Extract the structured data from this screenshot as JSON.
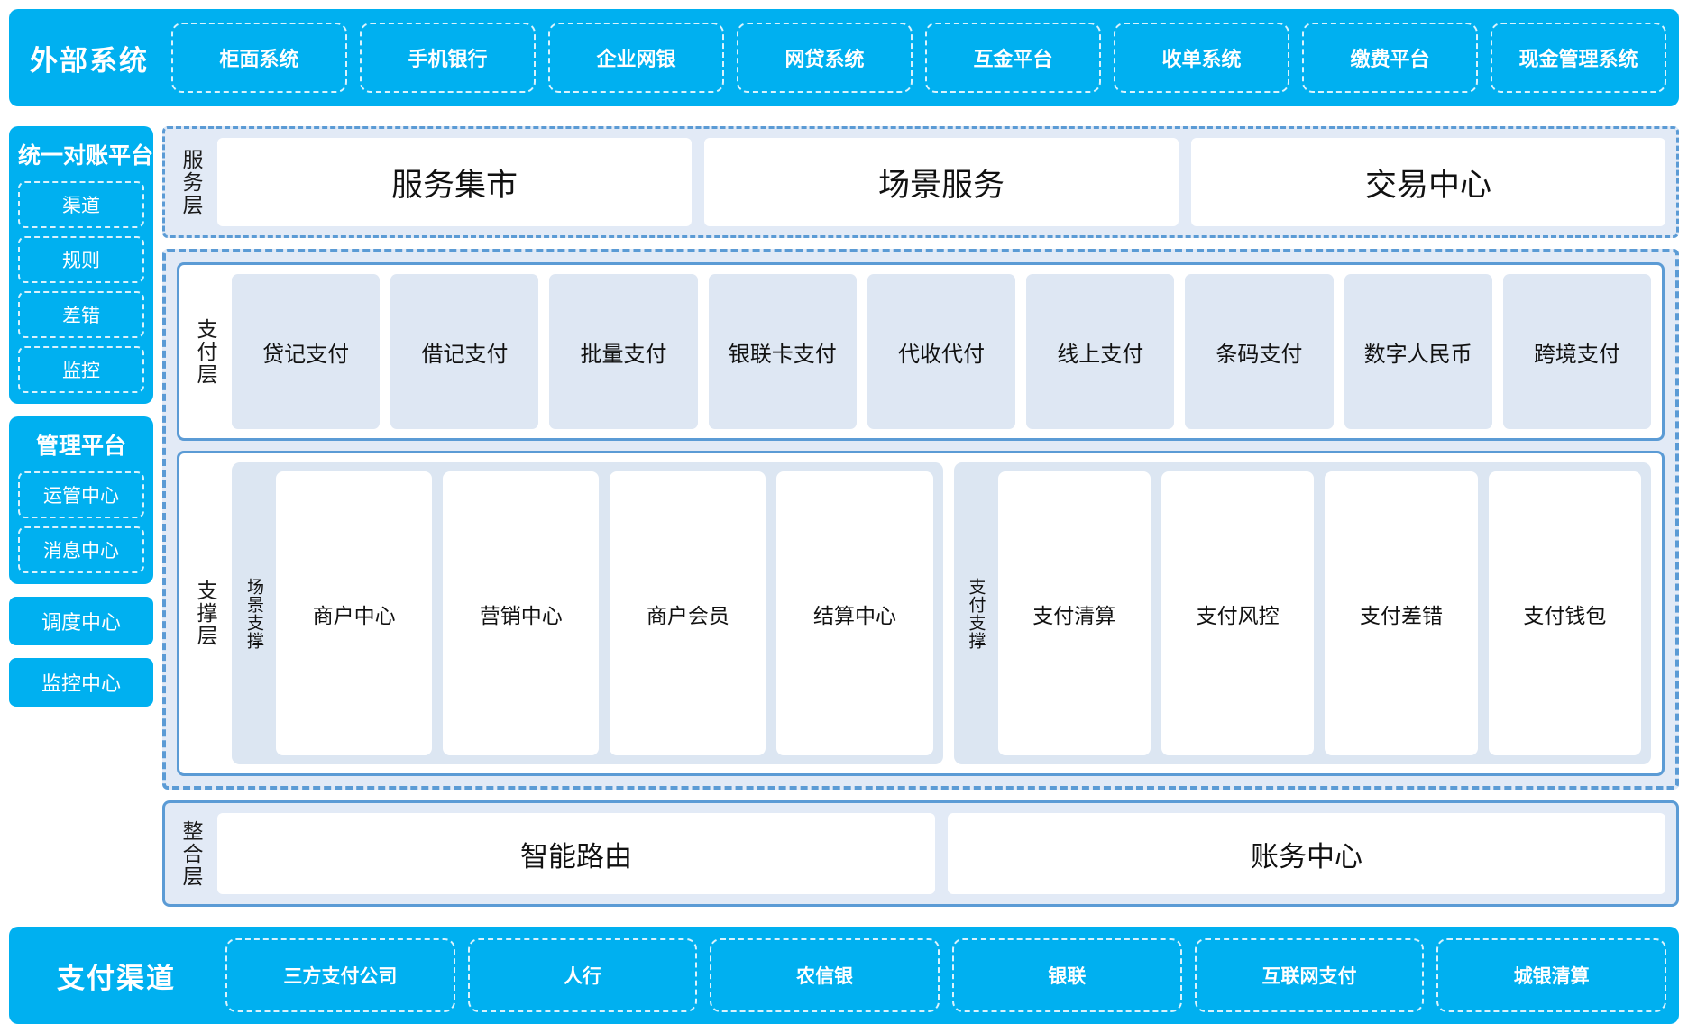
{
  "external": {
    "title": "外部系统",
    "items": [
      "柜面系统",
      "手机银行",
      "企业网银",
      "网贷系统",
      "互金平台",
      "收单系统",
      "缴费平台",
      "现金管理系统"
    ]
  },
  "sidebar": {
    "reconciliation": {
      "title": "统一对账平台",
      "items": [
        "渠道",
        "规则",
        "差错",
        "监控"
      ]
    },
    "management": {
      "title": "管理平台",
      "items": [
        "运管中心",
        "消息中心"
      ]
    },
    "standalone": [
      "调度中心",
      "监控中心"
    ]
  },
  "service_layer": {
    "label": "服务层",
    "items": [
      "服务集市",
      "场景服务",
      "交易中心"
    ]
  },
  "payment_layer": {
    "label": "支付层",
    "items": [
      "贷记支付",
      "借记支付",
      "批量支付",
      "银联卡支付",
      "代收代付",
      "线上支付",
      "条码支付",
      "数字人民币",
      "跨境支付"
    ]
  },
  "support_layer": {
    "label": "支撑层",
    "groups": [
      {
        "label": "场景支撑",
        "items": [
          "商户中心",
          "营销中心",
          "商户会员",
          "结算中心"
        ]
      },
      {
        "label": "支付支撑",
        "items": [
          "支付清算",
          "支付风控",
          "支付差错",
          "支付钱包"
        ]
      }
    ]
  },
  "integration_layer": {
    "label": "整合层",
    "items": [
      "智能路由",
      "账务中心"
    ]
  },
  "channel": {
    "title": "支付渠道",
    "items": [
      "三方支付公司",
      "人行",
      "农信银",
      "银联",
      "互联网支付",
      "城银清算"
    ]
  },
  "colors": {
    "cyan": "#00B0F0",
    "blue_border": "#5B9BD5",
    "tile_fill": "#DEE7F3",
    "panel_fill": "#E2EAF6",
    "group_fill": "#DCE6F2",
    "white": "#FFFFFF"
  }
}
